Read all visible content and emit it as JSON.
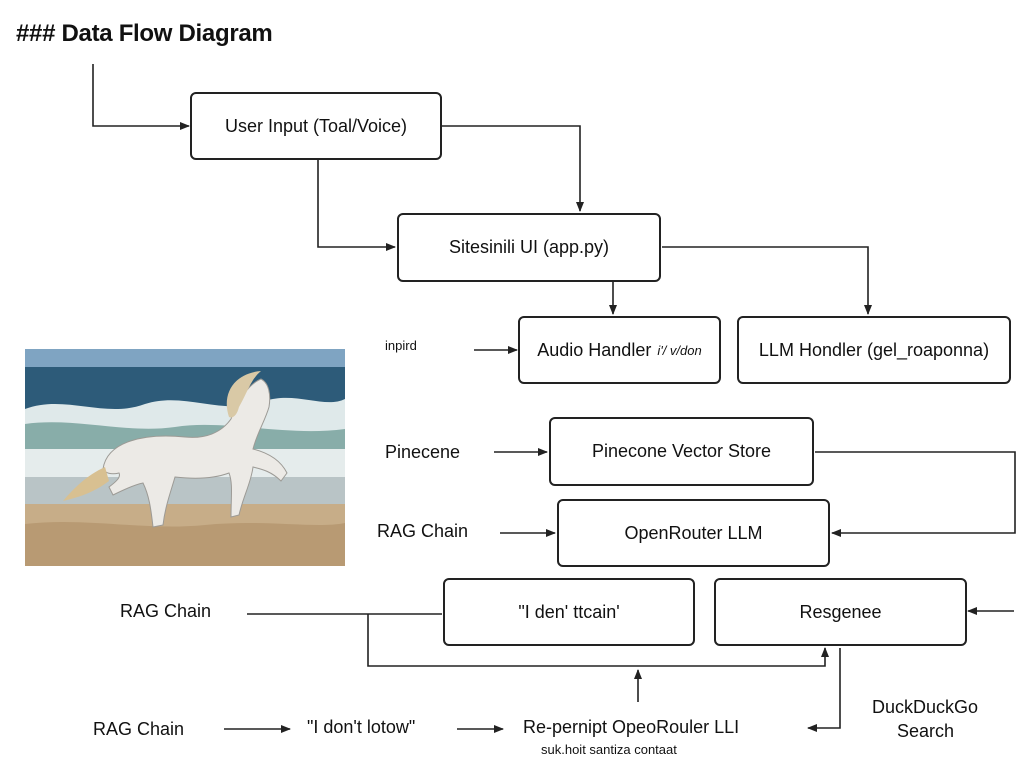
{
  "diagram": {
    "title": "### Data Flow Diagram",
    "boxes": {
      "user_input": "User Input (Toal/Voice)",
      "streamlit_ui": "Sitesinili UI (app.py)",
      "audio_handler": "Audio Handler",
      "audio_handler_sub": "i'/ v/don",
      "llm_handler": "LLM Hondler (gel_roaponna)",
      "vector_store": "Pinecone Vector Store",
      "openrouter_llm": "OpenRouter LLM",
      "i_dont_know_box": "\"I den' ttcain'",
      "response": "Resgenee"
    },
    "labels": {
      "input": "inpird",
      "pinecone": "Pinecene",
      "rag_chain_1": "RAG Chain",
      "rag_chain_2": "RAG Chain",
      "rag_chain_3": "RAG Chain",
      "i_dont_know": "\"I don't lotow\"",
      "reprompt": "Re-pernipt OpeoRouler LLI",
      "reprompt_sub": "suk.hoit santiza contaat",
      "duckduckgo": "DuckDuckGo",
      "search": "Search"
    }
  },
  "colors": {
    "stroke": "#222222",
    "sky": "#6f97b8",
    "sea": "#2c5a78",
    "wave": "#d9e6e8",
    "sand": "#c4ab86"
  }
}
